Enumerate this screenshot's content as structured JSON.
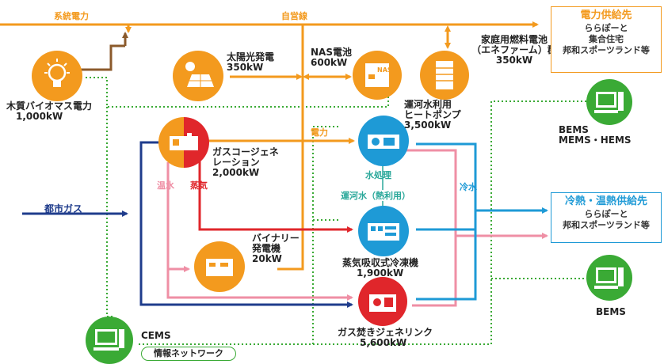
{
  "top": {
    "grid_label": "系統電力",
    "self_line_label": "自営線"
  },
  "biomass": {
    "name": "木質バイオマス電力",
    "value": "1,000kW"
  },
  "solar": {
    "name": "太陽光発電",
    "value": "350kW"
  },
  "nas": {
    "name": "NAS電池",
    "value": "600kW",
    "icon_text": "NAS"
  },
  "fuelcell": {
    "name1": "家庭用燃料電池",
    "name2": "（エネファーム）群",
    "value": "350kW"
  },
  "cogen": {
    "name1": "ガスコージェネ",
    "name2": "レーション",
    "value": "2,000kW"
  },
  "heatpump": {
    "name1": "運河水利用",
    "name2": "ヒートポンプ",
    "value": "3,500kW"
  },
  "binary": {
    "name1": "バイナリー",
    "name2": "発電機",
    "value": "20kW"
  },
  "absorption": {
    "name": "蒸気吸収式冷凍機",
    "value": "1,900kW"
  },
  "genelink": {
    "name": "ガス焚きジェネリンク",
    "value": "5,600kW"
  },
  "city_gas": "都市ガス",
  "labels": {
    "power": "電力",
    "hot_water": "温水",
    "steam": "蒸気",
    "cold_water": "冷水",
    "water_treatment": "水処理",
    "canal_water": "運河水（熱利用）"
  },
  "cems": {
    "name": "CEMS",
    "network": "情報ネットワーク"
  },
  "bems_top": {
    "line1": "BEMS",
    "line2": "MEMS・HEMS"
  },
  "bems_bottom": "BEMS",
  "power_supply": {
    "title": "電力供給先",
    "items": [
      "ららぽーと",
      "集合住宅",
      "邦和スポーツランド等"
    ]
  },
  "heat_supply": {
    "title": "冷熱・温熱供給先",
    "items": [
      "ららぽーと",
      "邦和スポーツランド等"
    ]
  },
  "colors": {
    "orange": "#f39a1e",
    "brown": "#8b5a2b",
    "navy": "#1f3c8c",
    "red": "#e0262b",
    "pink": "#ef8fa5",
    "blue": "#1e9ad6",
    "green": "#3aaa35",
    "teal": "#2aa89a"
  }
}
